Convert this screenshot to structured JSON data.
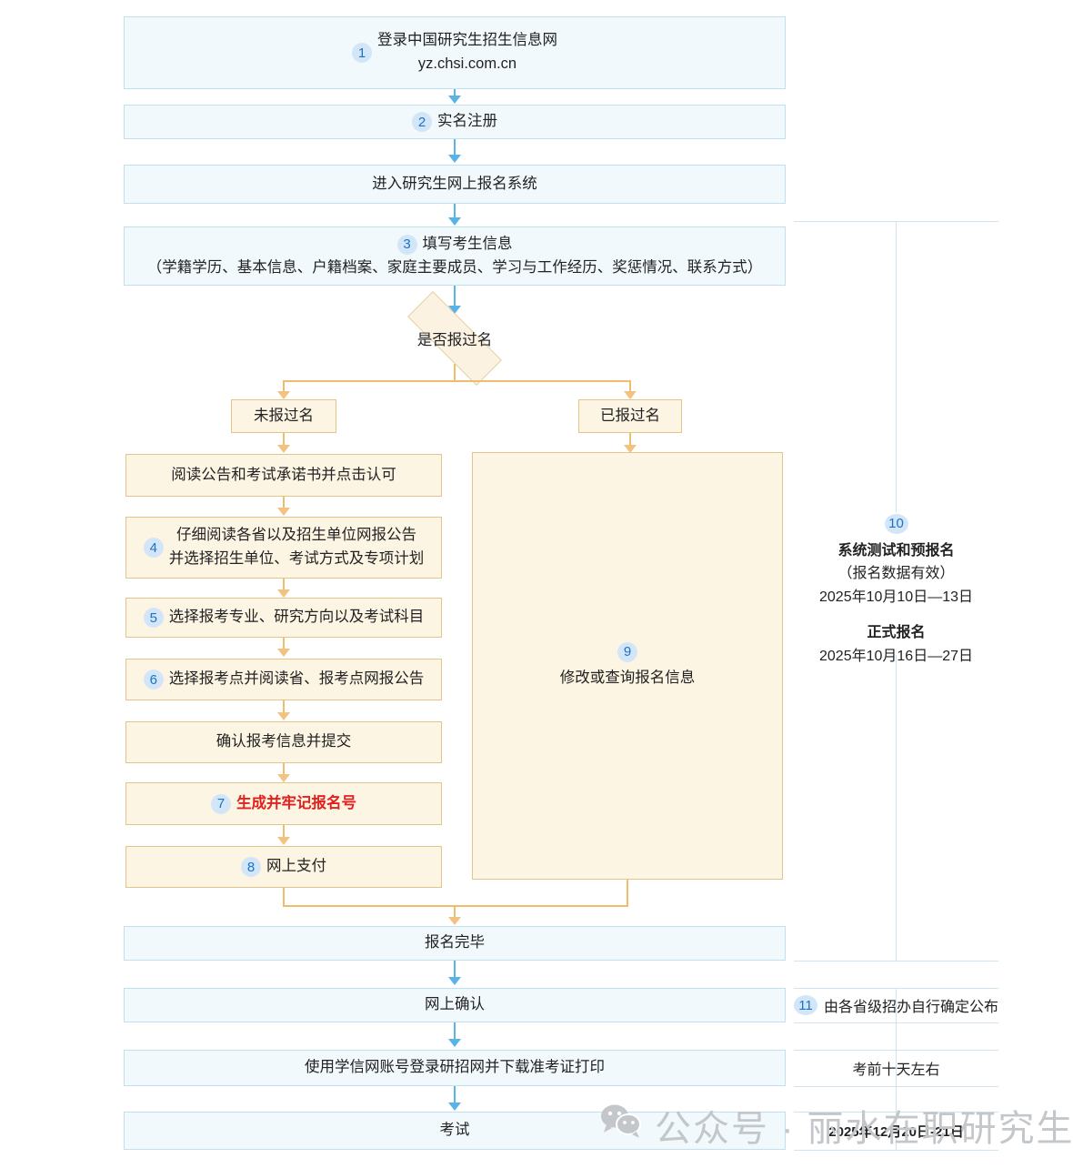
{
  "colors": {
    "blue_fill": "#f2f9fd",
    "blue_border": "#bfe0ef",
    "orange_fill": "#fdf5e4",
    "orange_border": "#e3c489",
    "badge_bg": "#d3e6f7",
    "badge_text": "#1b72c4",
    "arrow_blue": "#59b3e6",
    "arrow_orange": "#f3c281",
    "highlight_red": "#e3201c",
    "timeline_line": "#cfe4f0"
  },
  "flow": {
    "step1": {
      "num": "1",
      "line1": "登录中国研究生招生信息网",
      "line2": "yz.chsi.com.cn"
    },
    "step2": {
      "num": "2",
      "label": "实名注册"
    },
    "step3": {
      "label": "进入研究生网上报名系统"
    },
    "step4": {
      "num": "3",
      "line1": "填写考生信息",
      "line2": "（学籍学历、基本信息、户籍档案、家庭主要成员、学习与工作经历、奖惩情况、联系方式）"
    },
    "decision": {
      "label": "是否报过名"
    },
    "branch_left": {
      "label": "未报过名"
    },
    "branch_right": {
      "label": "已报过名"
    },
    "left_b1": {
      "label": "阅读公告和考试承诺书并点击认可"
    },
    "left_b2": {
      "num": "4",
      "line1": "仔细阅读各省以及招生单位网报公告",
      "line2": "并选择招生单位、考试方式及专项计划"
    },
    "left_b3": {
      "num": "5",
      "label": "选择报考专业、研究方向以及考试科目"
    },
    "left_b4": {
      "num": "6",
      "label": "选择报考点并阅读省、报考点网报公告"
    },
    "left_b5": {
      "label": "确认报考信息并提交"
    },
    "left_b6": {
      "num": "7",
      "label": "生成并牢记报名号"
    },
    "left_b7": {
      "num": "8",
      "label": "网上支付"
    },
    "right_b1": {
      "num": "9",
      "label": "修改或查询报名信息"
    },
    "done": {
      "label": "报名完毕"
    },
    "confirm": {
      "label": "网上确认"
    },
    "ticket": {
      "label": "使用学信网账号登录研招网并下载准考证打印"
    },
    "exam": {
      "label": "考试"
    }
  },
  "timeline": {
    "item10": {
      "num": "10",
      "title1": "系统测试和预报名",
      "sub1": "（报名数据有效）",
      "date1": "2025年10月10日—13日",
      "title2": "正式报名",
      "date2": "2025年10月16日—27日"
    },
    "item11": {
      "num": "11",
      "label": "由各省级招办自行确定公布"
    },
    "ticket_note": {
      "label": "考前十天左右"
    },
    "exam_date": {
      "label": "2025年12月20日-21日"
    }
  },
  "watermark": {
    "icon": "wechat-icon",
    "text": "公众号 · 丽水在职研究生资讯"
  }
}
